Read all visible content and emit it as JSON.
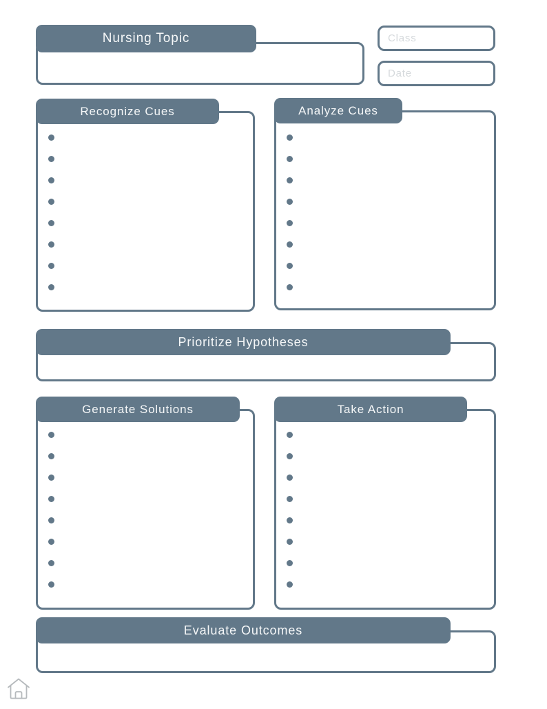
{
  "theme": {
    "accent_color": "#627889",
    "tab_text_color": "#f5f7f8",
    "placeholder_color": "#d5d9dc",
    "home_icon_color": "#b6babd"
  },
  "header": {
    "topic_tab_label": "Nursing Topic",
    "topic_value": "",
    "class_field": {
      "placeholder": "Class",
      "value": ""
    },
    "date_field": {
      "placeholder": "Date",
      "value": ""
    }
  },
  "sections": {
    "recognize_cues": {
      "label": "Recognize Cues",
      "bullet_count": 8
    },
    "analyze_cues": {
      "label": "Analyze Cues",
      "bullet_count": 8
    },
    "prioritize_hypotheses": {
      "label": "Prioritize Hypotheses"
    },
    "generate_solutions": {
      "label": "Generate Solutions",
      "bullet_count": 8
    },
    "take_action": {
      "label": "Take Action",
      "bullet_count": 8
    },
    "evaluate_outcomes": {
      "label": "Evaluate Outcomes"
    }
  }
}
